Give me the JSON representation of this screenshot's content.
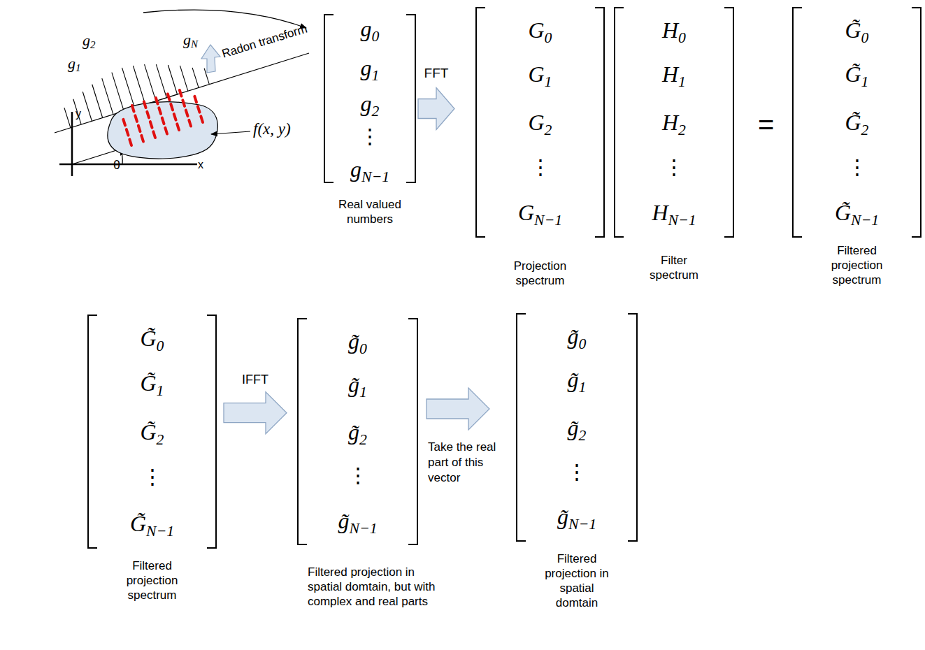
{
  "diagram": {
    "nodes": [
      {
        "text": [
          "g0",
          "g1",
          "g2",
          "⋮",
          "gN−1",
          "Real valued numbers"
        ]
      },
      {
        "text": [
          "G0",
          "G1",
          "G2",
          "⋮",
          "GN−1",
          "Projection spectrum"
        ]
      },
      {
        "text": [
          "H0",
          "H1",
          "H2",
          "⋮",
          "HN−1",
          "Filter spectrum"
        ]
      },
      {
        "text": [
          "G̃0",
          "G̃1",
          "G̃2",
          "⋮",
          "G̃N−1",
          "Filtered projection spectrum"
        ]
      },
      {
        "text": [
          "G̃0",
          "G̃1",
          "G̃2",
          "⋮",
          "G̃N−1",
          "Filtered projection spectrum"
        ]
      },
      {
        "text": [
          "g̃0",
          "g̃1",
          "g̃2",
          "⋮",
          "g̃N−1",
          "Filtered projection in spatial domtain, but with complex and real parts"
        ]
      },
      {
        "text": [
          "g̃0",
          "g̃1",
          "g̃2",
          "⋮",
          "g̃N−1",
          "Filtered projection in spatial domtain"
        ]
      }
    ],
    "edges": [
      {
        "from": 0,
        "to": 1,
        "arrow": "to",
        "label": "FFT"
      },
      {
        "from": 4,
        "to": 5,
        "arrow": "to",
        "label": "IFFT"
      },
      {
        "from": 5,
        "to": 6,
        "arrow": "to",
        "label": "Take the real part of this vector"
      }
    ],
    "labels": [
      "g1",
      "g2",
      "gN",
      "Radon transform",
      "f(x, y)",
      "y",
      "θ",
      "x",
      "="
    ]
  }
}
